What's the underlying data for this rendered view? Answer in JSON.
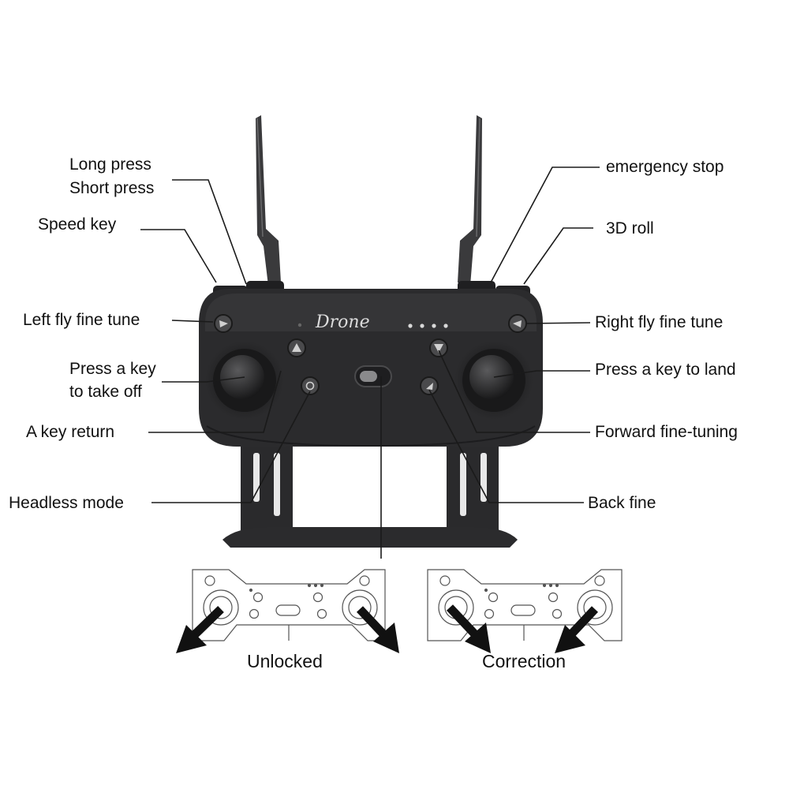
{
  "labels": {
    "long_press": "Long press",
    "short_press": "Short press",
    "speed_key": "Speed key",
    "left_fly_fine_tune": "Left fly fine tune",
    "press_key_take_off_line1": "Press a key",
    "press_key_take_off_line2": "to take off",
    "a_key_return": "A key return",
    "headless_mode": "Headless mode",
    "emergency_stop": "emergency stop",
    "roll_3d": "3D roll",
    "right_fly_fine_tune": "Right fly fine tune",
    "press_key_to_land": "Press a key to land",
    "forward_fine_tuning": "Forward fine-tuning",
    "back_fine": "Back fine"
  },
  "brand": "Drone",
  "calibration": {
    "unlocked": "Unlocked",
    "correction": "Correction"
  },
  "colors": {
    "controller_body": "#2b2b2d",
    "leader_line": "#1a1a1a",
    "text": "#111111"
  }
}
